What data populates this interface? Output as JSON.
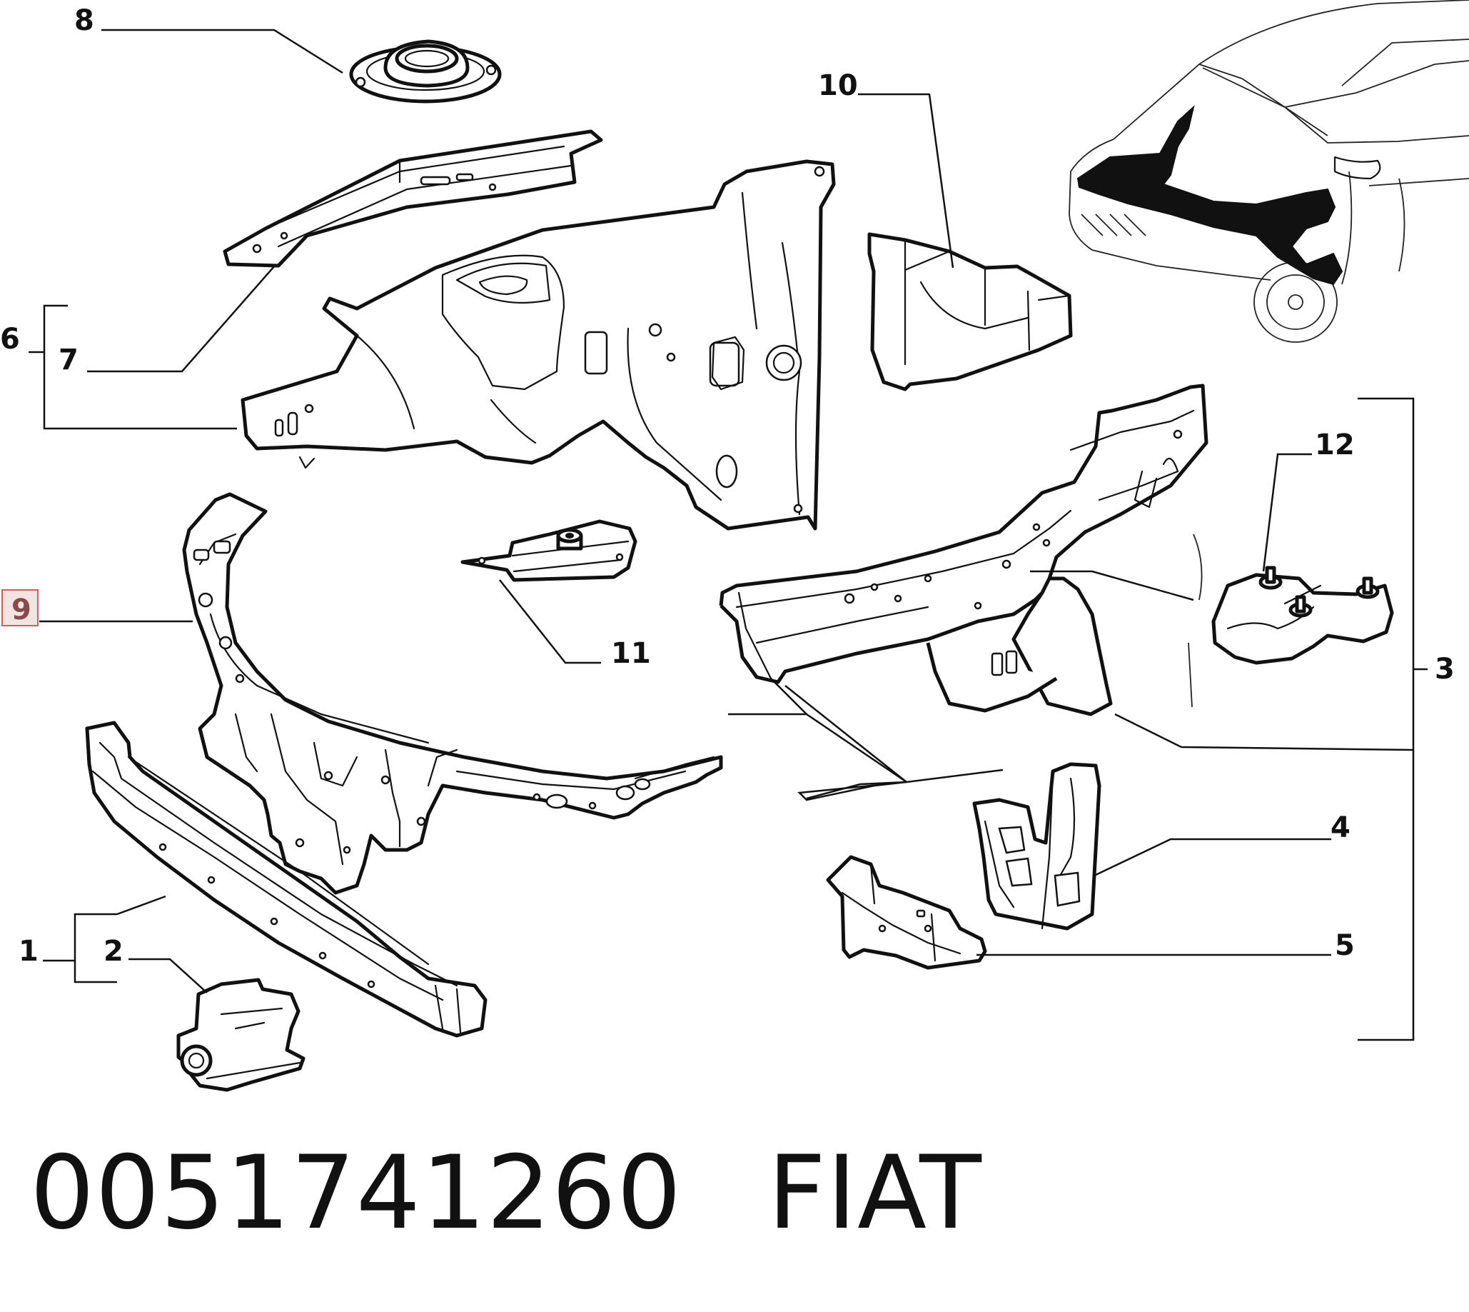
{
  "labels": {
    "l1": "1",
    "l2": "2",
    "l3": "3",
    "l4": "4",
    "l5": "5",
    "l6": "6",
    "l7": "7",
    "l8": "8",
    "l9": "9",
    "l10": "10",
    "l11": "11",
    "l12": "12"
  },
  "highlight_label": "9",
  "highlight_color": "#c86060",
  "footer": {
    "part_number": "0051741260",
    "brand": "FIAT"
  }
}
